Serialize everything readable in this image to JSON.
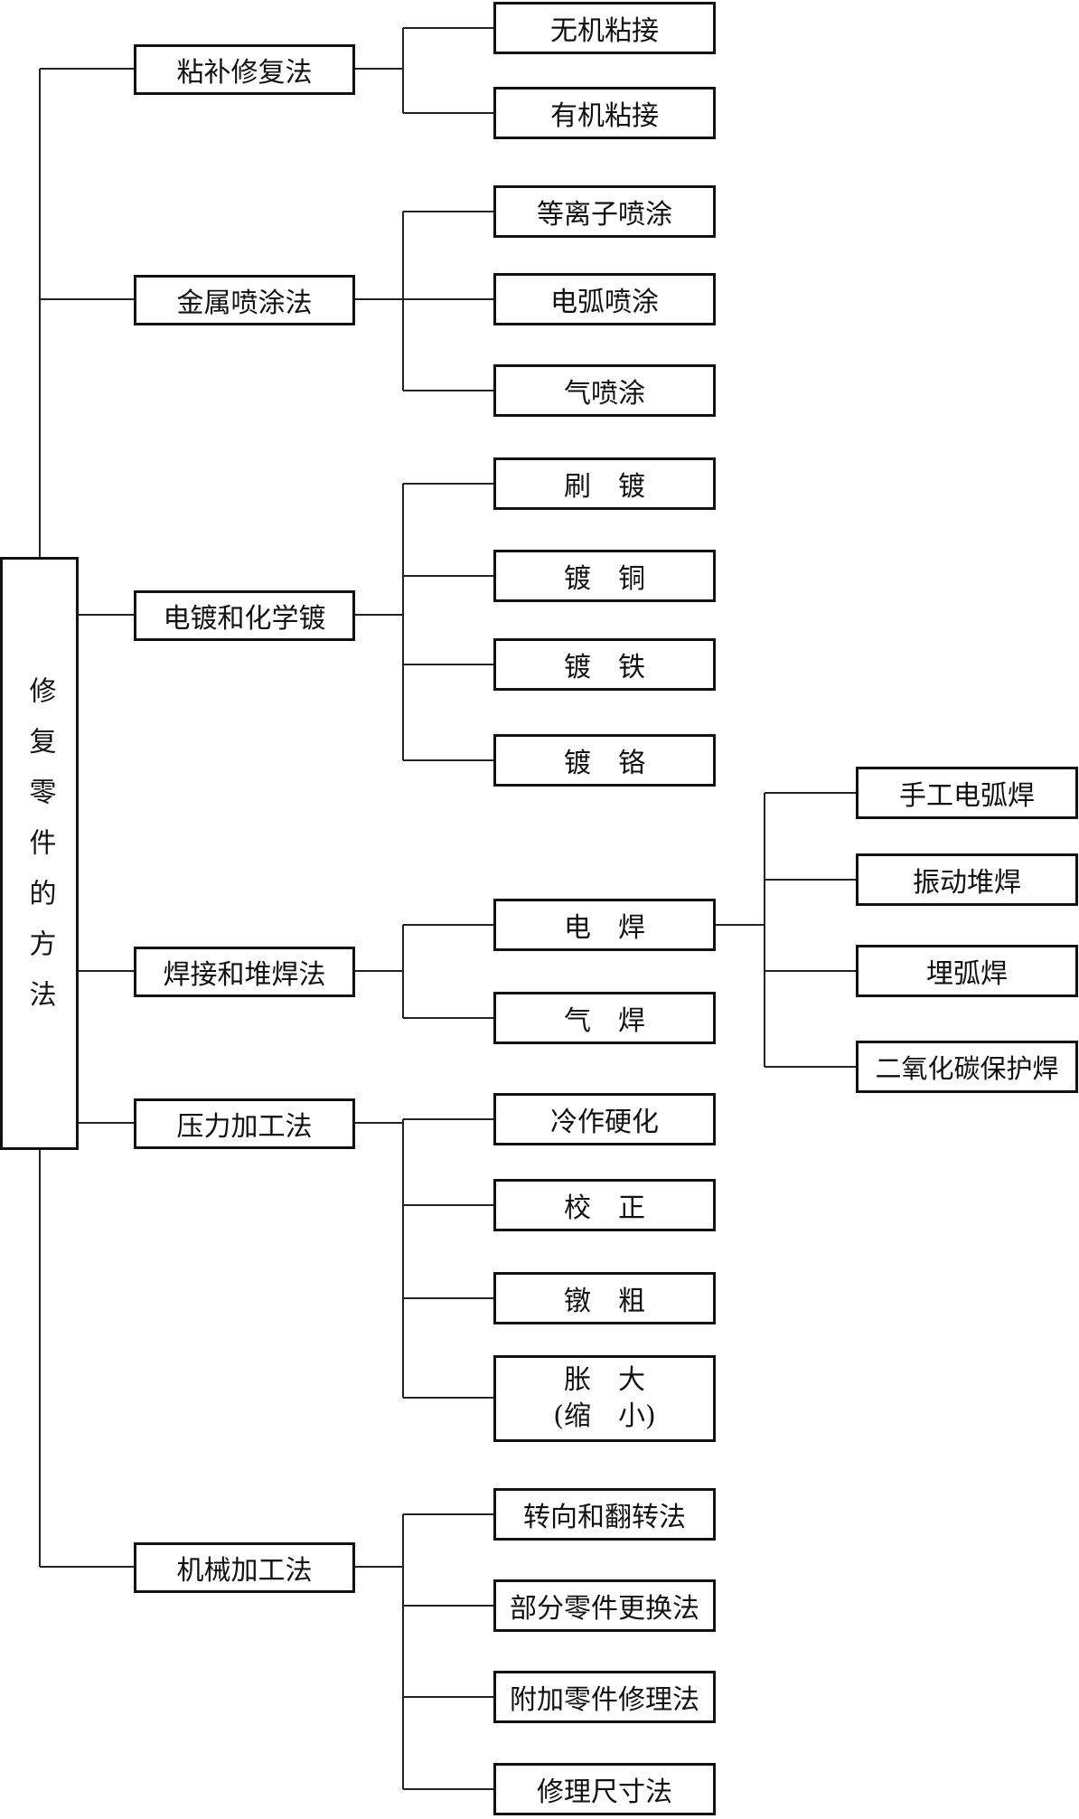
{
  "root": {
    "label": "修复零件的方法"
  },
  "methods": [
    {
      "label": "粘补修复法",
      "children": [
        {
          "label": "无机粘接"
        },
        {
          "label": "有机粘接"
        }
      ]
    },
    {
      "label": "金属喷涂法",
      "children": [
        {
          "label": "等离子喷涂"
        },
        {
          "label": "电弧喷涂"
        },
        {
          "label": "气喷涂"
        }
      ]
    },
    {
      "label": "电镀和化学镀",
      "children": [
        {
          "label": "刷　镀"
        },
        {
          "label": "镀　铜"
        },
        {
          "label": "镀　铁"
        },
        {
          "label": "镀　铬"
        }
      ]
    },
    {
      "label": "焊接和堆焊法",
      "children": [
        {
          "label": "电　焊",
          "children": [
            {
              "label": "手工电弧焊"
            },
            {
              "label": "振动堆焊"
            },
            {
              "label": "埋弧焊"
            },
            {
              "label": "二氧化碳保护焊"
            }
          ]
        },
        {
          "label": "气　焊"
        }
      ]
    },
    {
      "label": "压力加工法",
      "children": [
        {
          "label": "冷作硬化"
        },
        {
          "label": "校　正"
        },
        {
          "label": "镦　粗"
        },
        {
          "label": "胀　大",
          "label2": "(缩　小)"
        }
      ]
    },
    {
      "label": "机械加工法",
      "children": [
        {
          "label": "转向和翻转法"
        },
        {
          "label": "部分零件更换法"
        },
        {
          "label": "附加零件修理法"
        },
        {
          "label": "修理尺寸法"
        }
      ]
    }
  ]
}
